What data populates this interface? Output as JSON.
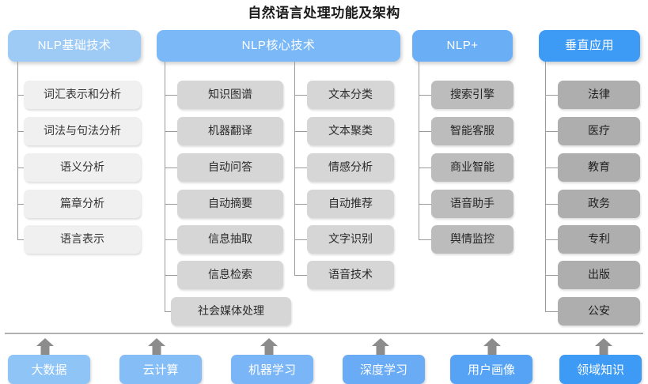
{
  "title": "自然语言处理功能及架构",
  "colors": {
    "header_basic": "#9ecbf5",
    "header_core": "#7bb8f7",
    "header_plus": "#6aaff5",
    "header_vertical": "#3d9af5",
    "item_light": "#f0f0f0",
    "item_mid": "#d6d6d6",
    "item_dark": "#bcbcbc",
    "item_darker": "#aeaeae",
    "connector": "#9a9a9a",
    "arrow": "#8c8c8c",
    "rule": "#b0b0b0"
  },
  "columns": [
    {
      "key": "basic",
      "header": "NLP基础技术",
      "items": [
        "词汇表示和分析",
        "词法与句法分析",
        "语义分析",
        "篇章分析",
        "语言表示"
      ]
    },
    {
      "key": "core",
      "header": "NLP核心技术",
      "items_left": [
        "知识图谱",
        "机器翻译",
        "自动问答",
        "自动摘要",
        "信息抽取",
        "信息检索"
      ],
      "items_right": [
        "文本分类",
        "文本聚类",
        "情感分析",
        "自动推荐",
        "文字识别",
        "语音技术"
      ],
      "items_wide": [
        "社会媒体处理"
      ]
    },
    {
      "key": "plus",
      "header": "NLP+",
      "items": [
        "搜索引擎",
        "智能客服",
        "商业智能",
        "语音助手",
        "舆情监控"
      ]
    },
    {
      "key": "vertical",
      "header": "垂直应用",
      "items": [
        "法律",
        "医疗",
        "教育",
        "政务",
        "专利",
        "出版",
        "公安"
      ]
    }
  ],
  "foundation": {
    "items": [
      "大数据",
      "云计算",
      "机器学习",
      "深度学习",
      "用户画像",
      "领域知识"
    ],
    "colors": [
      "#8fc4f7",
      "#85bdf7",
      "#7ab6f7",
      "#6aabf6",
      "#56a3f6",
      "#3d9af5"
    ]
  },
  "icons": {
    "arrow_up": "arrow-up-icon"
  }
}
